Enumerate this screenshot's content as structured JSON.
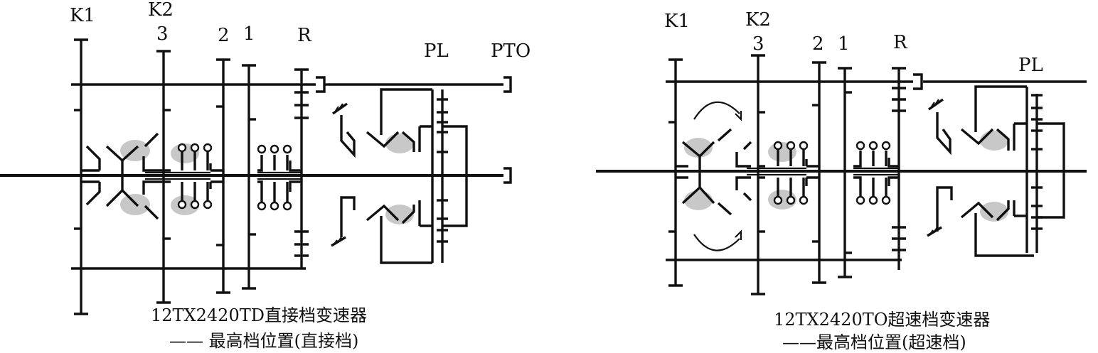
{
  "left_diagram": {
    "labels": {
      "k1": "K1",
      "k2": "K2",
      "g3": "3",
      "g2": "2",
      "g1": "1",
      "r": "R",
      "pl": "PL",
      "pto": "PTO"
    },
    "caption_line1": "12TX2420TD直接档变速器",
    "caption_line2": "—— 最高档位置(直接档)"
  },
  "right_diagram": {
    "labels": {
      "k1": "K1",
      "k2": "K2",
      "g3": "3",
      "g2": "2",
      "g1": "1",
      "r": "R",
      "pl": "PL"
    },
    "caption_line1": "12TX2420TO超速档变速器",
    "caption_line2": "——最高档位置(超速档)"
  },
  "colors": {
    "line": "#111111",
    "highlight": "#c8c8c8",
    "background": "#ffffff"
  }
}
